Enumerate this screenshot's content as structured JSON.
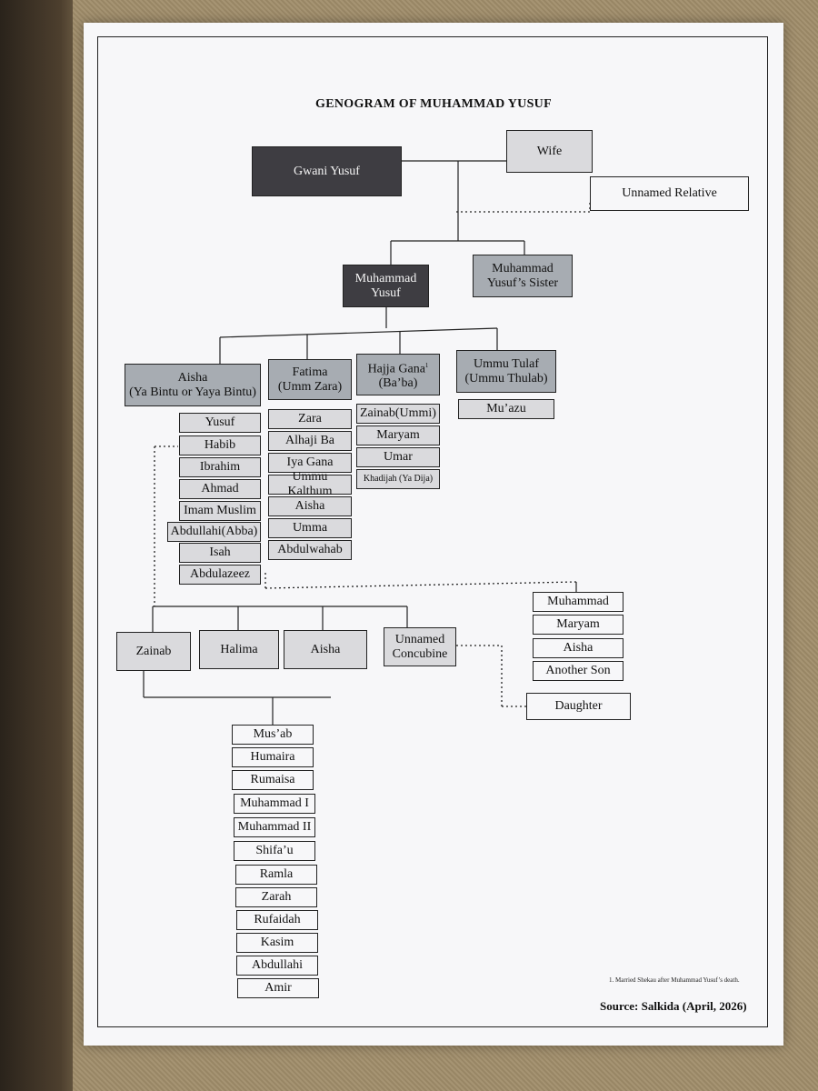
{
  "title": "GENOGRAM OF MUHAMMAD YUSUF",
  "people": {
    "gwani_yusuf": "Gwani Yusuf",
    "wife": "Wife",
    "unnamed_relative": "Unnamed Relative",
    "muhammad_yusuf": "Muhammad\nYusuf",
    "sister": "Muhammad\nYusuf’s Sister"
  },
  "wives": {
    "aisha": "Aisha\n(Ya Bintu or Yaya Bintu)",
    "fatima": "Fatima\n(Umm Zara)",
    "hajja_gana": "Hajja Gana",
    "hajja_gana_note": "1",
    "hajja_gana_alias": "(Ba’ba)",
    "ummu_tulaf": "Ummu Tulaf\n(Ummu Thulab)"
  },
  "children": {
    "aisha": [
      "Yusuf",
      "Habib",
      "Ibrahim",
      "Ahmad",
      "Imam Muslim",
      "Abdullahi(Abba)",
      "Isah",
      "Abdulazeez"
    ],
    "fatima": [
      "Zara",
      "Alhaji Ba",
      "Iya Gana",
      "Ummu Kalthum",
      "Aisha",
      "Umma",
      "Abdulwahab"
    ],
    "hajja_gana": [
      "Zainab(Ummi)",
      "Maryam",
      "Umar",
      "Khadijah (Ya Dija)"
    ],
    "ummu_tulaf": [
      "Mu’azu"
    ]
  },
  "habib_family": {
    "spouses": [
      "Zainab",
      "Halima",
      "Aisha",
      "Unnamed\nConcubine"
    ],
    "children": [
      "Mus’ab",
      "Humaira",
      "Rumaisa",
      "Muhammad I",
      "Muhammad II",
      "Shifa’u",
      "Ramla",
      "Zarah",
      "Rufaidah",
      "Kasim",
      "Abdullahi",
      "Amir"
    ],
    "concubine_child": "Daughter"
  },
  "other_children": [
    "Muhammad",
    "Maryam",
    "Aisha",
    "Another Son"
  ],
  "footnote": "1. Married Shekau after Muhammad Yusuf’s death.",
  "source": "Source: Salkida (April, 2026)",
  "colors": {
    "dark": "#3e3d42",
    "mid": "#a7acb2",
    "light": "#dadadd"
  }
}
